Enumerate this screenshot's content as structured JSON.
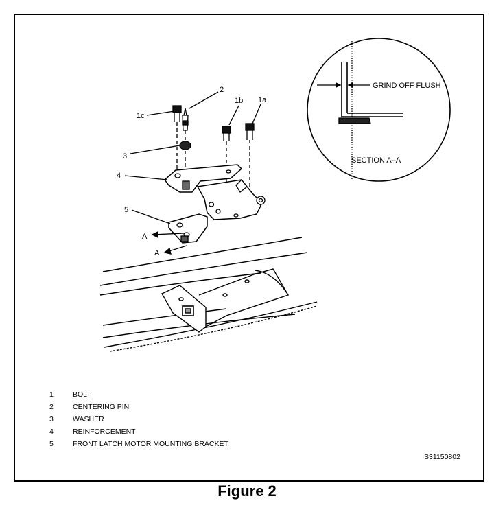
{
  "callouts": {
    "c1c": "1c",
    "c2": "2",
    "c1b": "1b",
    "c1a": "1a",
    "c3": "3",
    "c4": "4",
    "c5": "5",
    "sectionA1": "A",
    "sectionA2": "A"
  },
  "section_view": {
    "note": "GRIND OFF FLUSH",
    "title": "SECTION A–A"
  },
  "legend": [
    {
      "num": "1",
      "label": "BOLT"
    },
    {
      "num": "2",
      "label": "CENTERING PIN"
    },
    {
      "num": "3",
      "label": "WASHER"
    },
    {
      "num": "4",
      "label": "REINFORCEMENT"
    },
    {
      "num": "5",
      "label": "FRONT LATCH MOTOR MOUNTING BRACKET"
    }
  ],
  "drawing_code": "S31150802",
  "caption": "Figure 2"
}
